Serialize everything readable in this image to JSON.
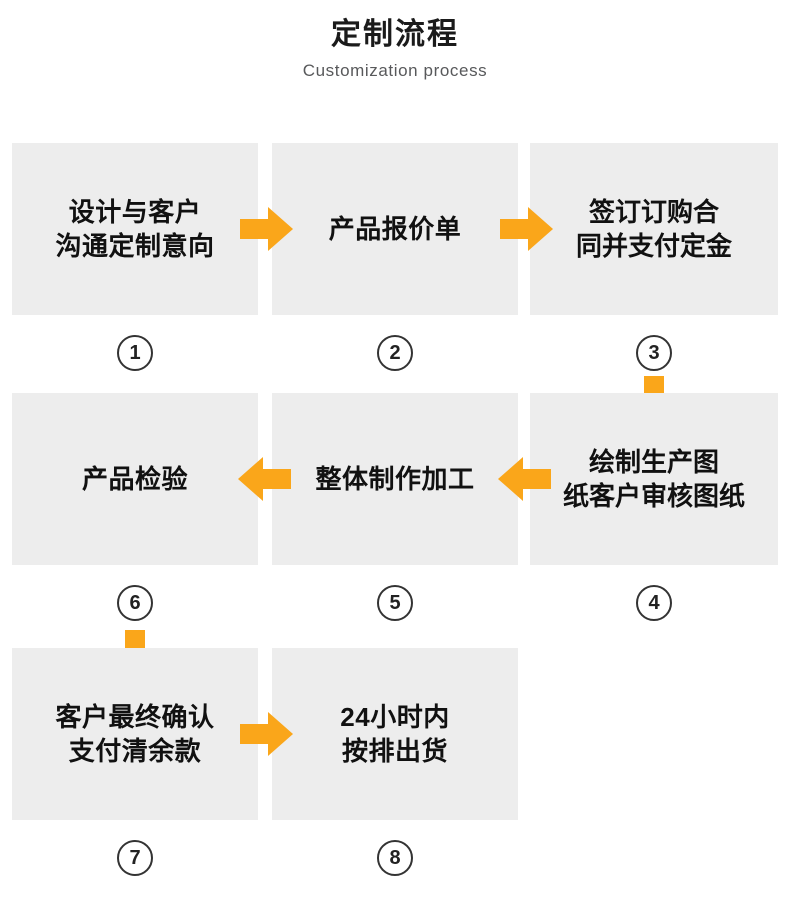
{
  "header": {
    "title": "定制流程",
    "subtitle": "Customization process"
  },
  "colors": {
    "arrow": "#faa61a",
    "box_background": "#ededed",
    "text": "#111111",
    "subtitle_text": "#58595b",
    "page_background": "#ffffff"
  },
  "steps": [
    {
      "number": "1",
      "label": "设计与客户\n沟通定制意向"
    },
    {
      "number": "2",
      "label": "产品报价单"
    },
    {
      "number": "3",
      "label": "签订订购合\n同并支付定金"
    },
    {
      "number": "4",
      "label": "绘制生产图\n纸客户审核图纸"
    },
    {
      "number": "5",
      "label": "整体制作加工"
    },
    {
      "number": "6",
      "label": "产品检验"
    },
    {
      "number": "7",
      "label": "客户最终确认\n支付清余款"
    },
    {
      "number": "8",
      "label": "24小时内\n按排出货"
    }
  ],
  "connectors": [
    {
      "name": "arrow-1-to-2",
      "direction": "right"
    },
    {
      "name": "arrow-2-to-3",
      "direction": "right"
    },
    {
      "name": "arrow-3-to-4",
      "direction": "down"
    },
    {
      "name": "arrow-4-to-5",
      "direction": "left"
    },
    {
      "name": "arrow-5-to-6",
      "direction": "left"
    },
    {
      "name": "arrow-6-to-7",
      "direction": "down"
    },
    {
      "name": "arrow-7-to-8",
      "direction": "right"
    }
  ]
}
